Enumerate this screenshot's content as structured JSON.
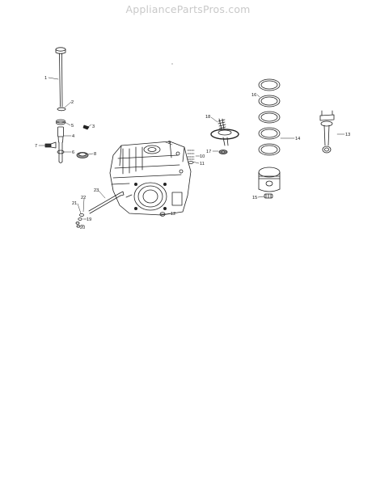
{
  "watermark": "AppliancePartsPros.com",
  "diagram": {
    "callouts": [
      {
        "id": "1",
        "label": "1"
      },
      {
        "id": "2",
        "label": "2"
      },
      {
        "id": "3",
        "label": "3"
      },
      {
        "id": "4",
        "label": "4"
      },
      {
        "id": "5",
        "label": "5"
      },
      {
        "id": "6",
        "label": "6"
      },
      {
        "id": "7",
        "label": "7"
      },
      {
        "id": "8",
        "label": "8"
      },
      {
        "id": "9",
        "label": "9"
      },
      {
        "id": "10",
        "label": "10"
      },
      {
        "id": "11",
        "label": "11"
      },
      {
        "id": "12",
        "label": "12"
      },
      {
        "id": "13",
        "label": "13"
      },
      {
        "id": "14",
        "label": "14"
      },
      {
        "id": "15",
        "label": "15"
      },
      {
        "id": "16",
        "label": "16"
      },
      {
        "id": "17",
        "label": "17"
      },
      {
        "id": "18",
        "label": "18"
      },
      {
        "id": "19",
        "label": "19"
      },
      {
        "id": "20",
        "label": "20"
      },
      {
        "id": "21",
        "label": "21"
      },
      {
        "id": "22",
        "label": "22"
      },
      {
        "id": "23",
        "label": "23"
      }
    ]
  }
}
